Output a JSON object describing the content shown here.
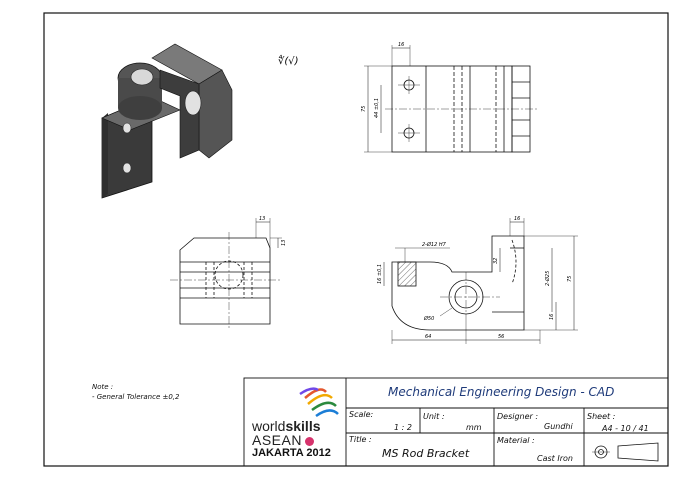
{
  "notes": {
    "heading": "Note :",
    "tolerance": "- General Tolerance ±0,2"
  },
  "surface_symbol": "∜(√)",
  "title_block": {
    "main_title": "Mechanical Engineering Design - CAD",
    "scale_label": "Scale:",
    "scale_value": "1 : 2",
    "unit_label": "Unit :",
    "unit_value": "mm",
    "designer_label": "Designer :",
    "designer_value": "Gundhi",
    "sheet_label": "Sheet :",
    "sheet_value": "A4 - 10 / 41",
    "title_label": "Title :",
    "title_value": "MS Rod Bracket",
    "material_label": "Material :",
    "material_value": "Cast Iron"
  },
  "logo": {
    "line1_a": "world",
    "line1_b": "skills",
    "line2": "ASEAN",
    "line3": "JAKARTA 2012"
  },
  "dimensions": {
    "top_width": "16",
    "top_height": "75",
    "top_hole_spacing": "44 ±0,1",
    "side_w": "13",
    "side_h": "13",
    "front_holes": "2-Ø12 H7",
    "front_t16": "16",
    "front_32": "32",
    "front_2d25": "2-Ø25",
    "front_75": "75",
    "front_16b": "16",
    "front_d50": "Ø50",
    "front_64": "64",
    "front_56": "56",
    "front_16left": "16 ±0,1"
  },
  "colors": {
    "line": "#111111",
    "title_blue": "#1f3b7a",
    "part_dark": "#3c3c3c",
    "part_mid": "#5a5a5a",
    "part_light": "#8a8a8a"
  }
}
